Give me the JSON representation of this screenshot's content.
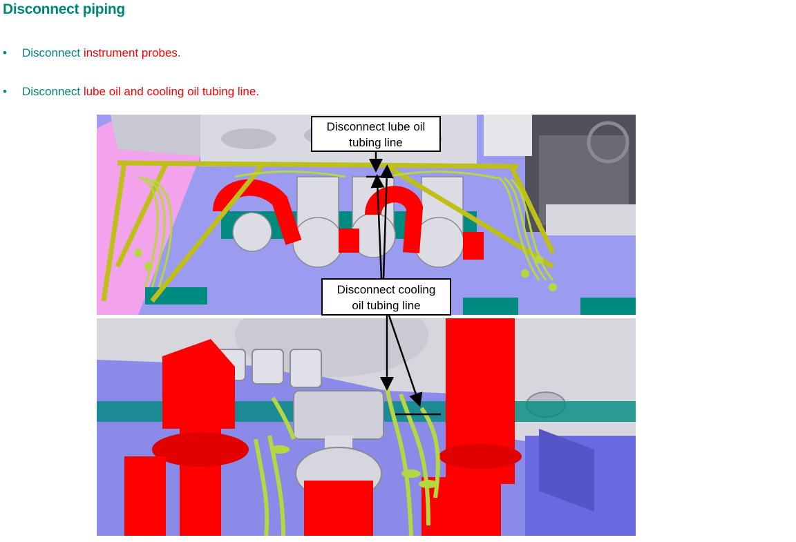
{
  "page": {
    "title": "Disconnect piping",
    "bullets": [
      {
        "marker": "•",
        "prefix": "Disconnect ",
        "highlight": "instrument probes",
        "suffix": "."
      },
      {
        "marker": "•",
        "prefix": "Disconnect ",
        "highlight": "lube oil and cooling oil tubing line.",
        "suffix": ""
      }
    ]
  },
  "callouts": {
    "lube_line1": "Disconnect lube oil",
    "lube_line2": "tubing line",
    "cooling_line1": "Disconnect cooling",
    "cooling_line2": "oil tubing line"
  },
  "colors": {
    "heading": "#00857a",
    "highlight": "#ff0000",
    "steel": "#d8d8e0",
    "pipe_red": "#ff0000",
    "tubing": "#b5d842",
    "frame": "#bfbf1a",
    "floor": "#8a8ae8",
    "teal": "#008b80"
  }
}
